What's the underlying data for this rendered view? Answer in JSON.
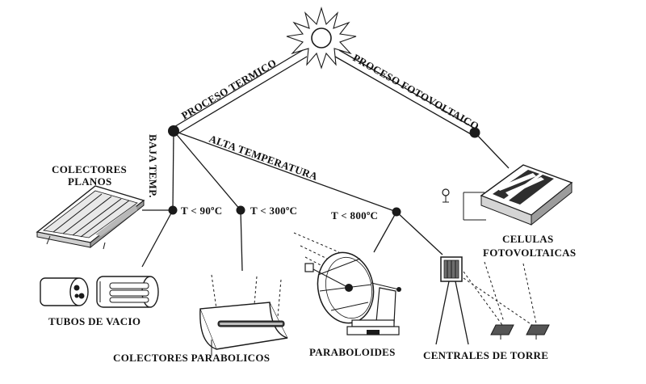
{
  "branches": {
    "thermal": "PROCESO TERMICO",
    "photovoltaic": "PROCESO FOTOVOLTAICO",
    "low_temp": "BAJA TEMP.",
    "high_temp": "ALTA TEMPERATURA"
  },
  "temperatures": {
    "t90": "T < 90ºC",
    "t300": "T < 300ºC",
    "t800": "T < 800ºC"
  },
  "collectors": {
    "flat_line1": "COLECTORES",
    "flat_line2": "PLANOS",
    "vacuum_tubes": "TUBOS DE VACIO",
    "parabolic": "COLECTORES PARABOLICOS",
    "paraboloids": "PARABOLOIDES",
    "tower": "CENTRALES DE TORRE",
    "pv_line1": "CELULAS",
    "pv_line2": "FOTOVOLTAICAS"
  },
  "ink_color": "#111111"
}
